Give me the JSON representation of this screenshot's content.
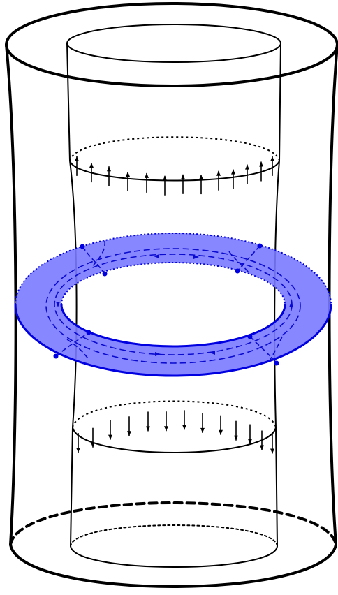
{
  "figure": {
    "colors": {
      "stroke": "#000000",
      "annulus_fill": "#7a7aff",
      "annulus_edge": "#0000e0",
      "annulus_dash": "#0a0ad0",
      "background": "#ffffff"
    },
    "arrows": {
      "upper_group_direction": "up",
      "lower_group_direction": "down",
      "upper_count": 13,
      "lower_count": 13
    }
  }
}
